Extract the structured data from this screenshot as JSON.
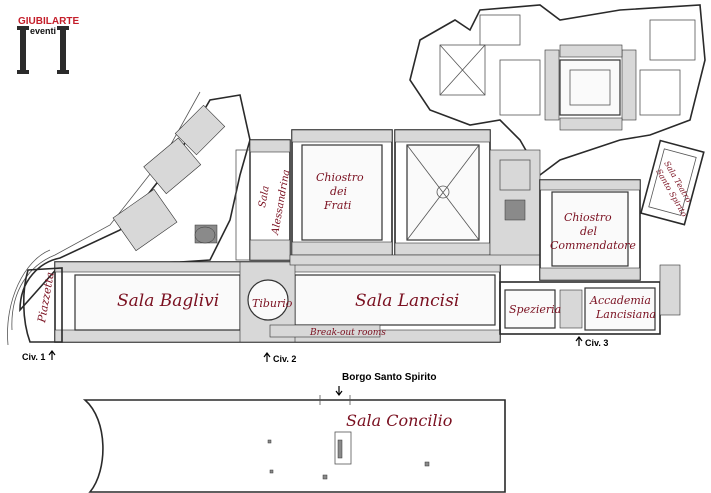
{
  "logo": {
    "brand": "GIUBILARTE",
    "sub": "eventi",
    "brand_color": "#c41e2a"
  },
  "rooms": {
    "pizzetta": "Piazzetta",
    "sala_baglivi": "Sala Baglivi",
    "tiburio": "Tiburio",
    "sala_lancisi": "Sala Lancisi",
    "break_out": "Break-out rooms",
    "spezieria": "Spezieria",
    "accademia_line1": "Accademia",
    "accademia_line2": "Lancisiana",
    "sala_alessandrina_line1": "Sala",
    "sala_alessandrina_line2": "Alessandrina",
    "chiostro_frati_line1": "Chiostro",
    "chiostro_frati_line2": "dei",
    "chiostro_frati_line3": "Frati",
    "chiostro_comm_line1": "Chiostro",
    "chiostro_comm_line2": "del",
    "chiostro_comm_line3": "Commendatore",
    "sala_teatro_line1": "Sala Teatro",
    "sala_teatro_line2": "Santo Spirito",
    "sala_concilio": "Sala Concilio"
  },
  "entrances": {
    "civ1": "Civ. 1",
    "civ2": "Civ. 2",
    "civ3": "Civ. 3"
  },
  "street": "Borgo Santo Spirito",
  "colors": {
    "room_label": "#7a1020",
    "walls": "#2a2a2a"
  }
}
